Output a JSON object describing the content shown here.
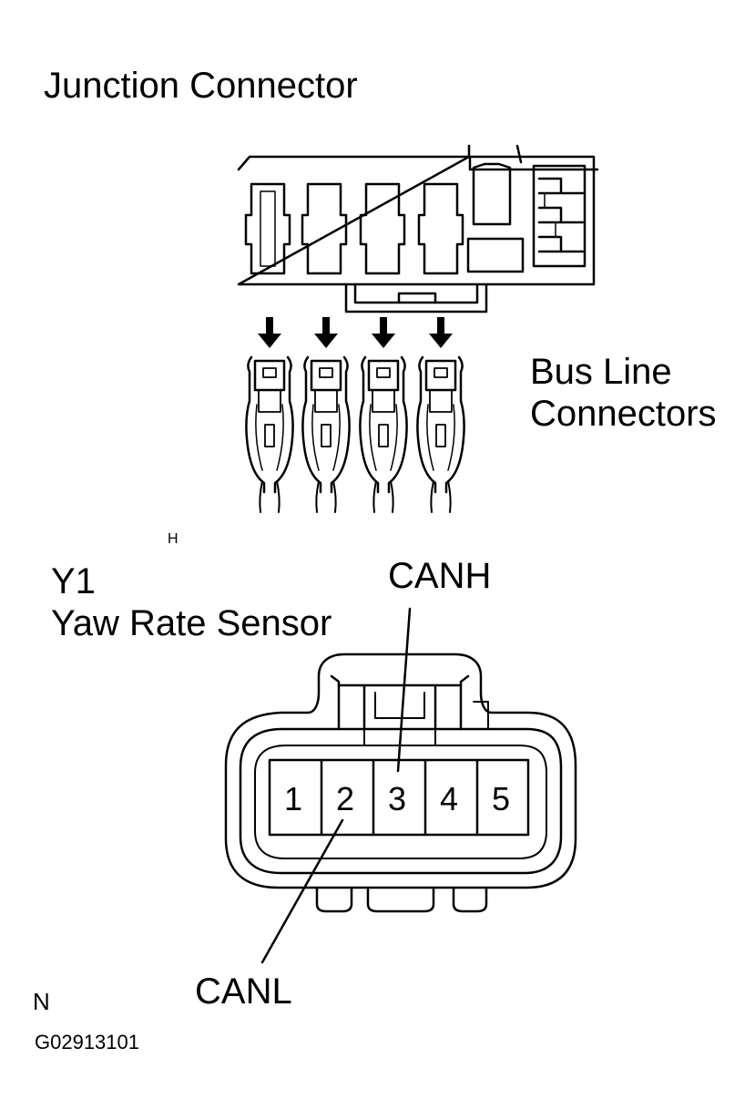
{
  "titles": {
    "junction_connector": "Junction Connector",
    "bus_line": [
      "Bus Line",
      "Connectors"
    ],
    "component_code": "Y1",
    "component_name": "Yaw Rate Sensor"
  },
  "marks": {
    "h_mark": "H",
    "n_mark": "N"
  },
  "pins": [
    "1",
    "2",
    "3",
    "4",
    "5"
  ],
  "callouts": {
    "canh": "CANH",
    "canl": "CANL"
  },
  "figure_id": "G02913101"
}
